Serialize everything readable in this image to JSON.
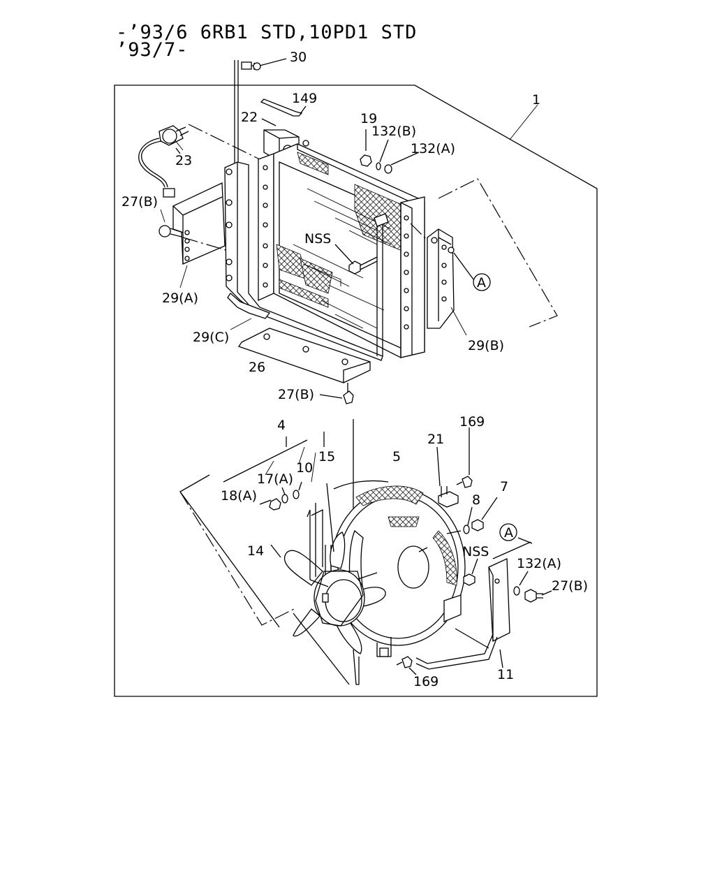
{
  "header": {
    "line1": "-’93/6 6RB1 STD,10PD1 STD",
    "line2": "’93/7-"
  },
  "callouts": {
    "c30": "30",
    "c149": "149",
    "c22": "22",
    "c19": "19",
    "c132b": "132(B)",
    "c132a_top": "132(A)",
    "c1": "1",
    "c23": "23",
    "c27b_left": "27(B)",
    "c_nss_top": "NSS",
    "c_ref_a_top": "A",
    "c29a": "29(A)",
    "c29c": "29(C)",
    "c29b": "29(B)",
    "c26": "26",
    "c27b_bottom": "27(B)",
    "c4": "4",
    "c169_top": "169",
    "c21": "21",
    "c5": "5",
    "c15": "15",
    "c10": "10",
    "c17a": "17(A)",
    "c18a": "18(A)",
    "c7": "7",
    "c8": "8",
    "c_ref_a_bottom": "A",
    "c_nss_bottom": "NSS",
    "c132a_bottom": "132(A)",
    "c27b_right": "27(B)",
    "c14": "14",
    "c11": "11",
    "c169_bottom": "169"
  }
}
